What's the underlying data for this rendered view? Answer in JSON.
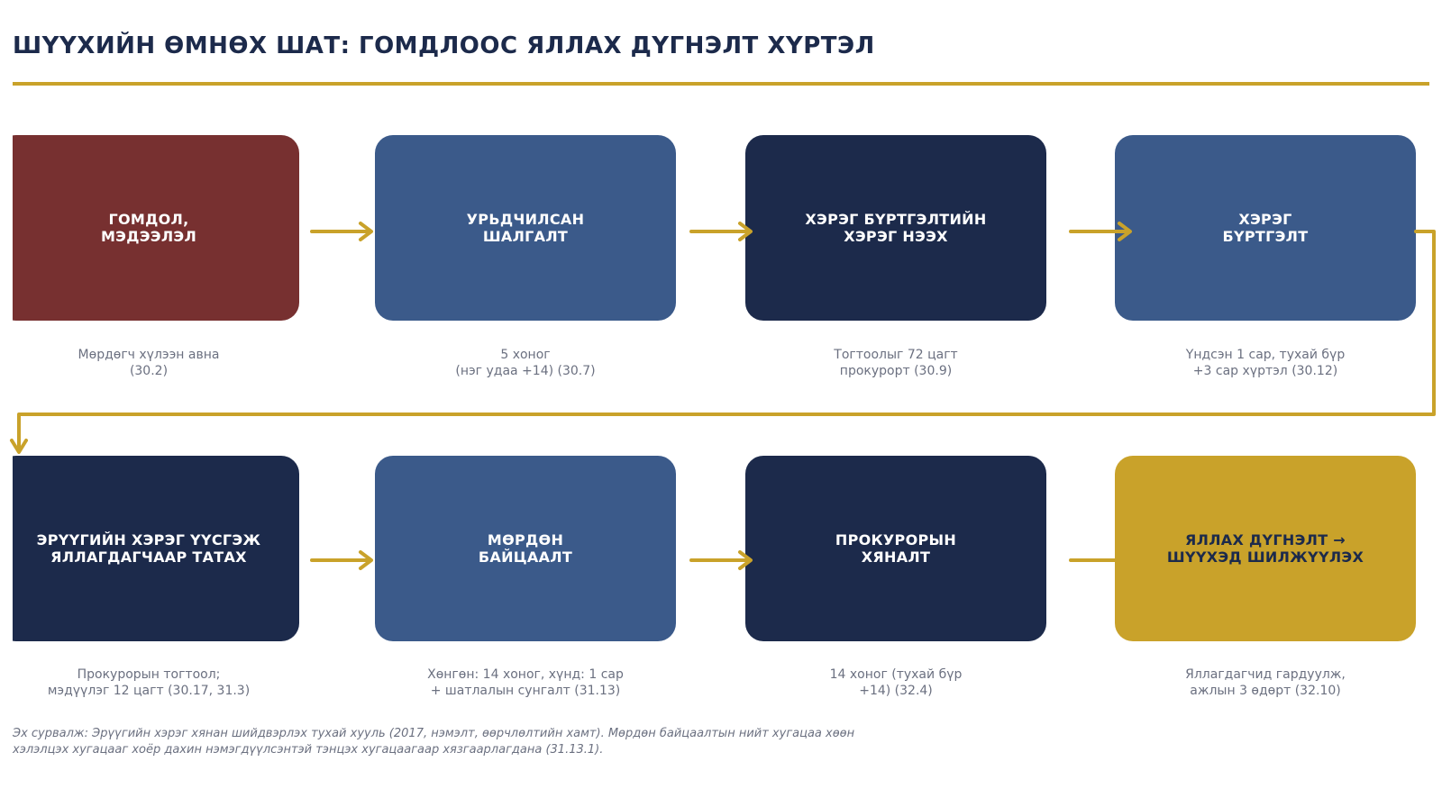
{
  "title": "ШҮҮХИЙН ӨМНӨХ ШАТ: ГОМДЛООС ЯЛЛАХ ДҮГНЭЛТ ХҮРТЭЛ",
  "colors": {
    "accent": "#c9a22a",
    "title": "#1c2a4b",
    "red": "#773030",
    "blue": "#3b5a8a",
    "navy": "#1c2a4b",
    "gold": "#c9a22a",
    "note": "#6b7080"
  },
  "steps": [
    {
      "label": "ГОМДОЛ,\nМЭДЭЭЛЭЛ",
      "color": "red",
      "note": "Мөрдөгч хүлээн авна\n(30.2)"
    },
    {
      "label": "УРЬДЧИЛСАН\nШАЛГАЛТ",
      "color": "blue",
      "note": "5 хоног\n(нэг удаа +14) (30.7)"
    },
    {
      "label": "ХЭРЭГ БҮРТГЭЛТИЙН\nХЭРЭГ НЭЭХ",
      "color": "navy",
      "note": "Тогтоолыг 72 цагт\nпрокурорт (30.9)"
    },
    {
      "label": "ХЭРЭГ\nБҮРТГЭЛТ",
      "color": "blue",
      "note": "Үндсэн 1 сар, тухай бүр\n+3 сар хүртэл (30.12)"
    },
    {
      "label": "ЭРҮҮГИЙН ХЭРЭГ ҮҮСГЭЖ\nЯЛЛАГДАГЧААР ТАТАХ",
      "color": "navy",
      "note": "Прокурорын тогтоол;\nмэдүүлэг 12 цагт (30.17, 31.3)"
    },
    {
      "label": "МӨРДӨН\nБАЙЦААЛТ",
      "color": "blue",
      "note": "Хөнгөн: 14 хоног, хүнд: 1 сар\n+ шатлалын сунгалт (31.13)"
    },
    {
      "label": "ПРОКУРОРЫН\nХЯНАЛТ",
      "color": "navy",
      "note": "14 хоног (тухай бүр\n+14) (32.4)"
    },
    {
      "label": "ЯЛЛАХ ДҮГНЭЛТ →\nШҮҮХЭД ШИЛЖҮҮЛЭХ",
      "color": "gold",
      "note": "Яллагдагчид гардуулж,\nажлын 3 өдөрт (32.10)"
    }
  ],
  "source": "Эх сурвалж: Эрүүгийн хэрэг хянан шийдвэрлэх тухай хууль (2017, нэмэлт, өөрчлөлтийн хамт). Мөрдөн байцаалтын нийт хугацаа хөөн хэлэлцэх хугацааг хоёр дахин нэмэгдүүлсэнтэй тэнцэх хугацаагаар хязгаарлагдана (31.13.1)."
}
